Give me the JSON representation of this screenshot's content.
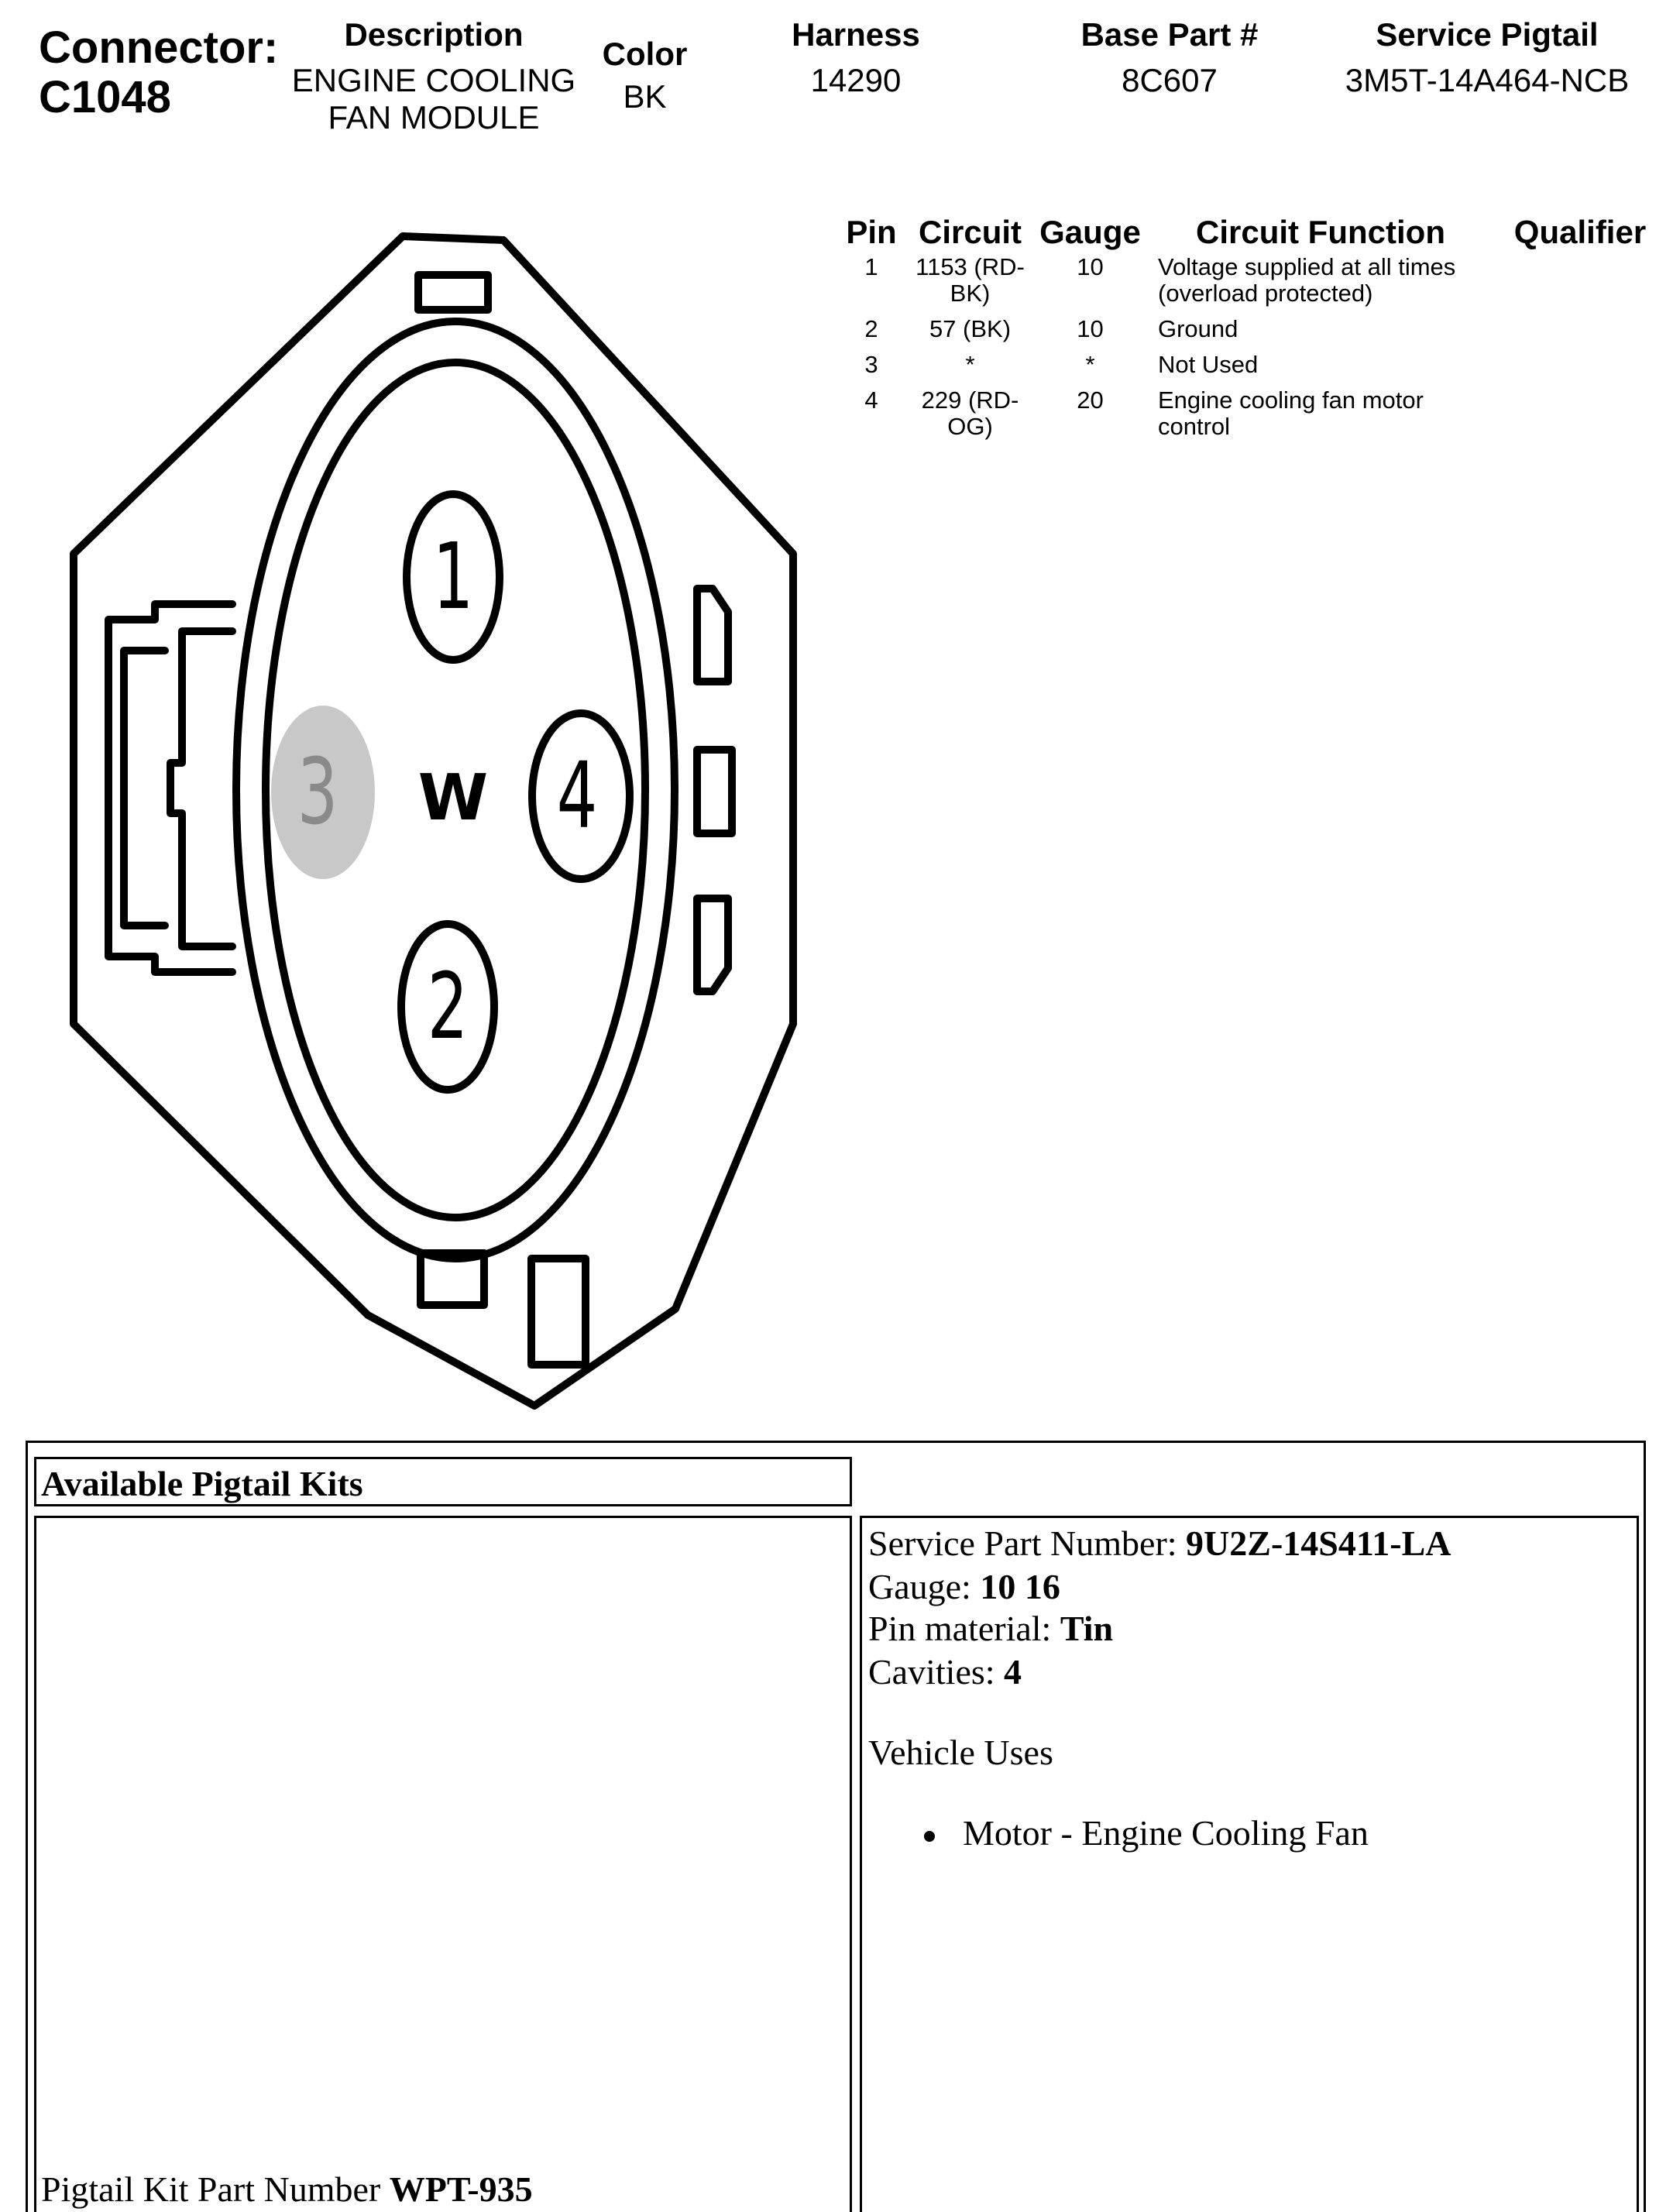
{
  "header": {
    "connector_label": "Connector:",
    "connector_id": "C1048",
    "description_label": "Description",
    "description_line1": "ENGINE COOLING",
    "description_line2": "FAN MODULE",
    "color_label": "Color",
    "color_value": "BK",
    "harness_label": "Harness",
    "harness_value": "14290",
    "base_part_label": "Base Part #",
    "base_part_value": "8C607",
    "service_pigtail_label": "Service Pigtail",
    "service_pigtail_value": "3M5T-14A464-NCB"
  },
  "pin_table": {
    "headers": {
      "pin": "Pin",
      "circuit": "Circuit",
      "gauge": "Gauge",
      "function": "Circuit Function",
      "qualifier": "Qualifier"
    },
    "rows": [
      {
        "pin": "1",
        "circuit_l1": "1153 (RD-",
        "circuit_l2": "BK)",
        "gauge": "10",
        "function_l1": "Voltage supplied at all times",
        "function_l2": "(overload protected)",
        "qualifier": ""
      },
      {
        "pin": "2",
        "circuit_l1": "57 (BK)",
        "circuit_l2": "",
        "gauge": "10",
        "function_l1": "Ground",
        "function_l2": "",
        "qualifier": ""
      },
      {
        "pin": "3",
        "circuit_l1": "*",
        "circuit_l2": "",
        "gauge": "*",
        "function_l1": "Not Used",
        "function_l2": "",
        "qualifier": ""
      },
      {
        "pin": "4",
        "circuit_l1": "229 (RD-",
        "circuit_l2": "OG)",
        "gauge": "20",
        "function_l1": "Engine cooling fan motor",
        "function_l2": "control",
        "qualifier": ""
      }
    ]
  },
  "connector_face": {
    "pins": [
      "1",
      "2",
      "3",
      "4"
    ],
    "key_mark": "W",
    "unused_pin_color": "#c8c8c8"
  },
  "kits": {
    "title": "Available Pigtail Kits",
    "kit_part_label": "Pigtail Kit Part Number",
    "kit_part_value": "WPT-935",
    "service_part_label": "Service Part Number:",
    "service_part_value": "9U2Z-14S411-LA",
    "gauge_label": "Gauge:",
    "gauge_value": "10 16",
    "pin_material_label": "Pin material:",
    "pin_material_value": "Tin",
    "cavities_label": "Cavities:",
    "cavities_value": "4",
    "vehicle_uses_label": "Vehicle Uses",
    "uses": [
      "Motor - Engine Cooling Fan"
    ]
  }
}
